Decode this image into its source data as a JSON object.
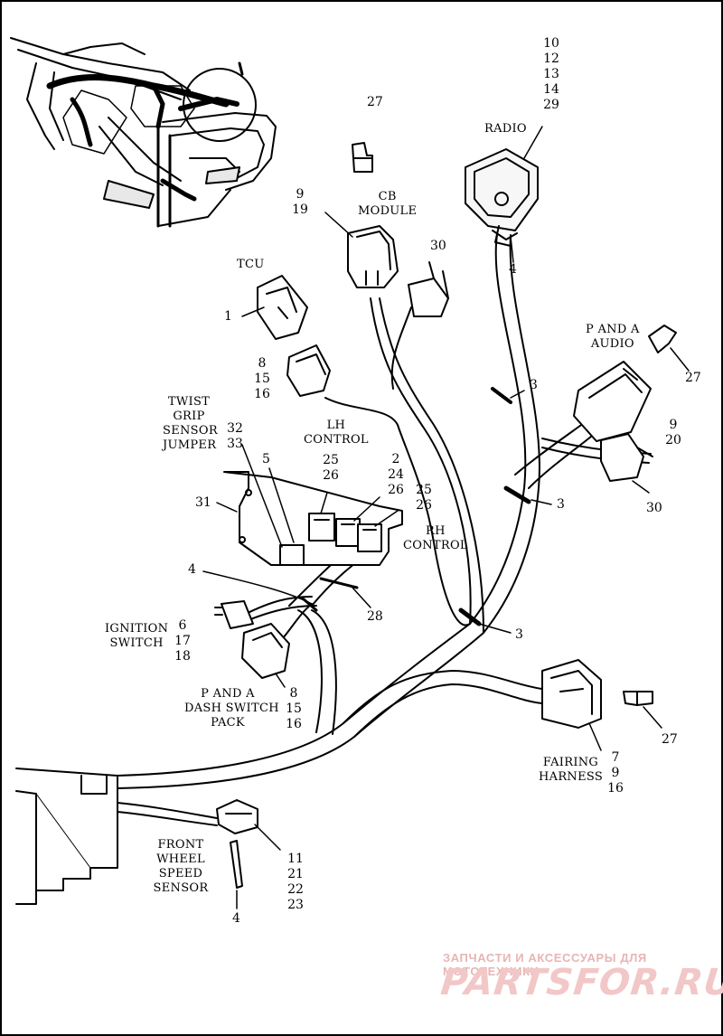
{
  "diagram": {
    "components": [
      {
        "id": "radio",
        "name": "RADIO",
        "parts": [
          "10",
          "12",
          "13",
          "14",
          "29"
        ]
      },
      {
        "id": "radio-clip",
        "parts": [
          "4"
        ]
      },
      {
        "id": "cb-module",
        "name": "CB\nMODULE",
        "parts": [
          "9",
          "19"
        ]
      },
      {
        "id": "pin-top",
        "parts": [
          "27"
        ]
      },
      {
        "id": "boot-top",
        "parts": [
          "30"
        ]
      },
      {
        "id": "tcu",
        "name": "TCU",
        "parts": [
          "1"
        ]
      },
      {
        "id": "lh-plug",
        "parts": [
          "8",
          "15",
          "16"
        ]
      },
      {
        "id": "lh-control",
        "name": "LH\nCONTROL"
      },
      {
        "id": "twist-grip",
        "name": "TWIST\nGRIP\nSENSOR\nJUMPER",
        "parts": [
          "32",
          "33"
        ]
      },
      {
        "id": "pa-audio",
        "name": "P AND A\nAUDIO",
        "parts": [
          "27"
        ]
      },
      {
        "id": "strap-upper",
        "parts": [
          "3"
        ]
      },
      {
        "id": "audio-conn",
        "parts": [
          "9",
          "20"
        ]
      },
      {
        "id": "strap-mid",
        "parts": [
          "3"
        ]
      },
      {
        "id": "boot-right",
        "parts": [
          "30"
        ]
      },
      {
        "id": "bracket",
        "parts": [
          "31"
        ]
      },
      {
        "id": "jumper-5",
        "parts": [
          "5"
        ]
      },
      {
        "id": "conn-a",
        "parts": [
          "25",
          "26"
        ]
      },
      {
        "id": "conn-b",
        "parts": [
          "2",
          "24",
          "26"
        ]
      },
      {
        "id": "conn-c",
        "parts": [
          "25",
          "26"
        ]
      },
      {
        "id": "rh-control",
        "name": "RH\nCONTROL"
      },
      {
        "id": "clip-left",
        "parts": [
          "4"
        ]
      },
      {
        "id": "tie-28",
        "parts": [
          "28"
        ]
      },
      {
        "id": "ignition",
        "name": "IGNITION\nSWITCH",
        "parts": [
          "6",
          "17",
          "18"
        ]
      },
      {
        "id": "strap-lower",
        "parts": [
          "3"
        ]
      },
      {
        "id": "dash-switch",
        "name": "P AND A\nDASH SWITCH\nPACK",
        "parts": [
          "8",
          "15",
          "16"
        ]
      },
      {
        "id": "fairing",
        "name": "FAIRING\nHARNESS",
        "parts": [
          "7",
          "9",
          "16"
        ]
      },
      {
        "id": "pin-right",
        "parts": [
          "27"
        ]
      },
      {
        "id": "wheel-sensor",
        "name": "FRONT\nWHEEL\nSPEED\nSENSOR",
        "parts": [
          "11",
          "21",
          "22",
          "23"
        ]
      },
      {
        "id": "clip-bottom",
        "parts": [
          "4"
        ]
      }
    ]
  },
  "watermark": {
    "line1": "ЗАПЧАСТИ И АКСЕССУАРЫ ДЛЯ МОТОТЕХНИКИ",
    "line2": "PARTSFOR.RU"
  },
  "colors": {
    "ink": "#000000",
    "paper": "#ffffff",
    "watermark": "#e9b9b9"
  }
}
